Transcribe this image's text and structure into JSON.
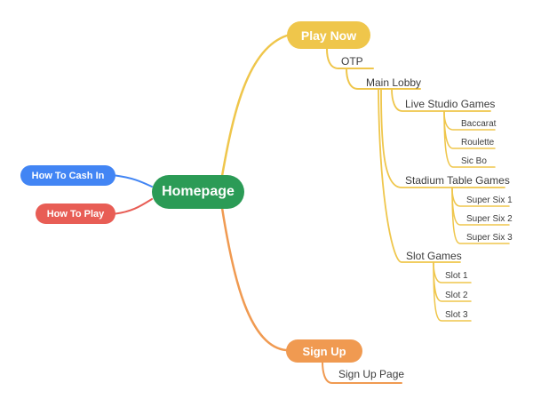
{
  "colors": {
    "node_green": "#2B9B56",
    "branch_blue": "#4285F4",
    "branch_red": "#E85D55",
    "branch_yellow": "#EFC64B",
    "branch_orange": "#F09A51",
    "label_text": "#3C3C3C",
    "node_text": "#FFFFFF",
    "background": "#FFFFFF"
  },
  "tree": {
    "label": "Homepage",
    "children": [
      {
        "label": "How To Cash In",
        "side": "left",
        "color": "blue"
      },
      {
        "label": "How To Play",
        "side": "left",
        "color": "red"
      },
      {
        "label": "Play Now",
        "side": "right",
        "color": "yellow",
        "children": [
          {
            "label": "OTP",
            "children": [
              {
                "label": "Main Lobby",
                "children": [
                  {
                    "label": "Live Studio Games",
                    "children": [
                      {
                        "label": "Baccarat"
                      },
                      {
                        "label": "Roulette"
                      },
                      {
                        "label": "Sic Bo"
                      }
                    ]
                  },
                  {
                    "label": "Stadium Table Games",
                    "children": [
                      {
                        "label": "Super Six 1"
                      },
                      {
                        "label": "Super Six 2"
                      },
                      {
                        "label": "Super Six 3"
                      }
                    ]
                  },
                  {
                    "label": "Slot Games",
                    "children": [
                      {
                        "label": "Slot 1"
                      },
                      {
                        "label": "Slot 2"
                      },
                      {
                        "label": "Slot 3"
                      }
                    ]
                  }
                ]
              }
            ]
          }
        ]
      },
      {
        "label": "Sign Up",
        "side": "right",
        "color": "orange",
        "children": [
          {
            "label": "Sign Up Page"
          }
        ]
      }
    ]
  }
}
